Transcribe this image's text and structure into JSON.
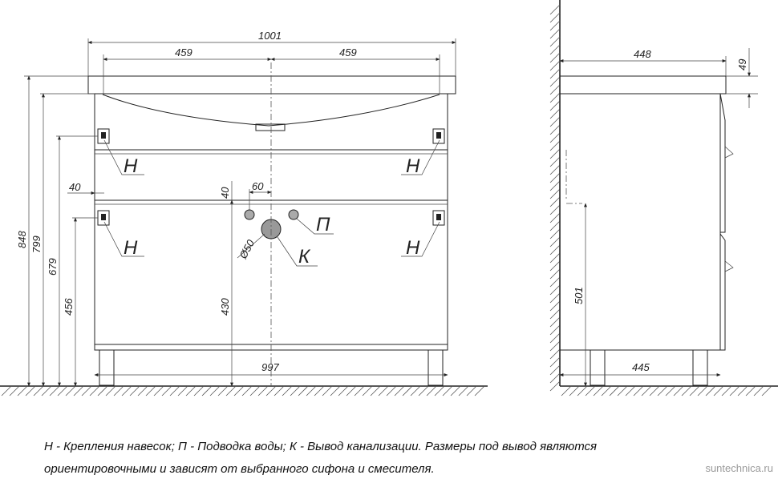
{
  "front": {
    "dims": {
      "total_width": "1001",
      "left_half": "459",
      "right_half": "459",
      "spacing_40_left": "40",
      "spacing_40_mid": "40",
      "pipe_spacing": "60",
      "drain_dia": "Ø50",
      "h848": "848",
      "h799": "799",
      "h679": "679",
      "h456": "456",
      "h430": "430",
      "base_width": "997"
    },
    "labels": {
      "hanger": "Н",
      "water": "П",
      "drain": "К"
    }
  },
  "side": {
    "dims": {
      "depth": "448",
      "top_thickness": "49",
      "h501": "501",
      "base_depth": "445"
    }
  },
  "legend": {
    "line1": "Н - Крепления навесок; П - Подводка воды; К - Вывод канализации. Размеры под вывод являются",
    "line2": "ориентировочными и зависят от выбранного сифона и смесителя."
  },
  "watermark": "suntechnica.ru"
}
